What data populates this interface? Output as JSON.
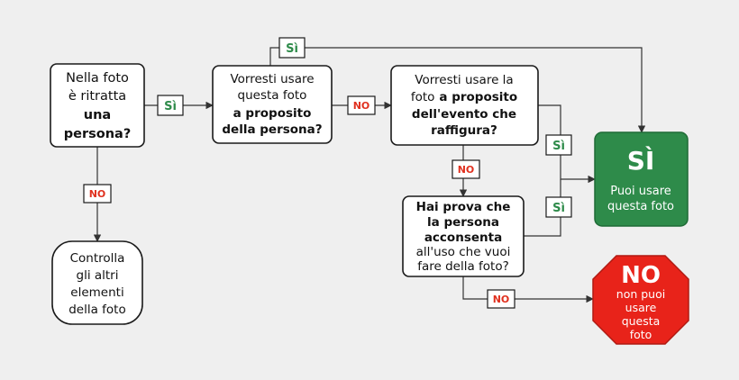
{
  "q1": {
    "lines": [
      "Nella foto",
      "è ritratta",
      "una",
      "persona?"
    ]
  },
  "q2": {
    "lines": [
      "Vorresti usare",
      "questa foto",
      "a proposito",
      "della persona?"
    ]
  },
  "q3": {
    "lines": [
      "Vorresti usare la",
      "foto",
      "a proposito",
      "dell'evento che",
      "raffigura?"
    ]
  },
  "q4": {
    "lines": [
      "Hai prova che",
      "la persona",
      "acconsenta",
      "all'uso che vuoi",
      "fare della foto?"
    ]
  },
  "check_box": {
    "lines": [
      "Controlla",
      "gli altri",
      "elementi",
      "della foto"
    ]
  },
  "yes_result": {
    "title": "SÌ",
    "lines": [
      "Puoi usare",
      "questa foto"
    ]
  },
  "no_result": {
    "title": "NO",
    "lines": [
      "non puoi",
      "usare",
      "questa",
      "foto"
    ]
  },
  "edge_labels": {
    "yes": "Sì",
    "no": "NO"
  },
  "colors": {
    "green": "#2e8b4a",
    "red": "#e0301e",
    "no_octagon": "#e8231a"
  }
}
